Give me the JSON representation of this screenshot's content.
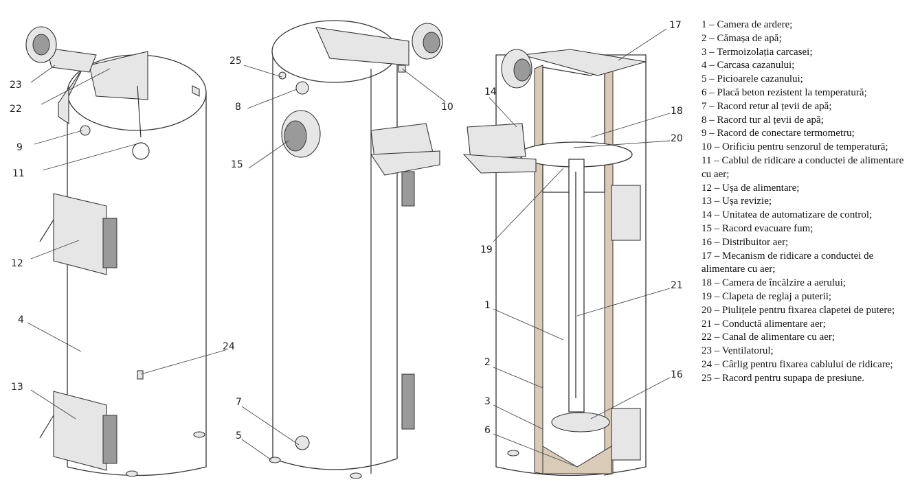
{
  "callouts": {
    "c1": "1",
    "c2": "2",
    "c3": "3",
    "c4": "4",
    "c5": "5",
    "c6": "6",
    "c7": "7",
    "c8": "8",
    "c9": "9",
    "c10": "10",
    "c11": "11",
    "c12": "12",
    "c13": "13",
    "c14": "14",
    "c15": "15",
    "c16": "16",
    "c17": "17",
    "c18": "18",
    "c19": "19",
    "c20": "20",
    "c21": "21",
    "c22": "22",
    "c23": "23",
    "c24": "24",
    "c25": "25"
  },
  "legend": [
    "1 – Camera de ardere;",
    "2 – Cămașa de apă;",
    "3 – Termoizolația carcasei;",
    "4 – Carcasa cazanului;",
    "5 – Picioarele cazanului;",
    "6 – Placă beton rezistent la temperatură;",
    "7 – Racord retur al țevii de apă;",
    "8 – Racord tur al țevii de apă;",
    "9 – Racord de conectare termometru;",
    "10 – Orificiu pentru senzorul de temperatură;",
    "11 – Cablul de ridicare a conductei de alimentare cu aer;",
    "12 – Ușa de alimentare;",
    "13 – Ușa revizie;",
    "14 – Unitatea de automatizare de control;",
    "15 – Racord evacuare fum;",
    "16 – Distribuitor aer;",
    "17 – Mecanism de ridicare a conductei de alimentare cu aer;",
    "18 – Camera de încălzire a aerului;",
    "19 – Clapeta de reglaj a puterii;",
    "20 – Piulițele pentru fixarea clapetei de putere;",
    "21 – Conductă alimentare aer;",
    "22 – Canal de alimentare cu aer;",
    "23 – Ventilatorul;",
    "24 – Cârlig pentru fixarea cablului de ridicare;",
    "25 – Racord pentru supapa de presiune."
  ]
}
